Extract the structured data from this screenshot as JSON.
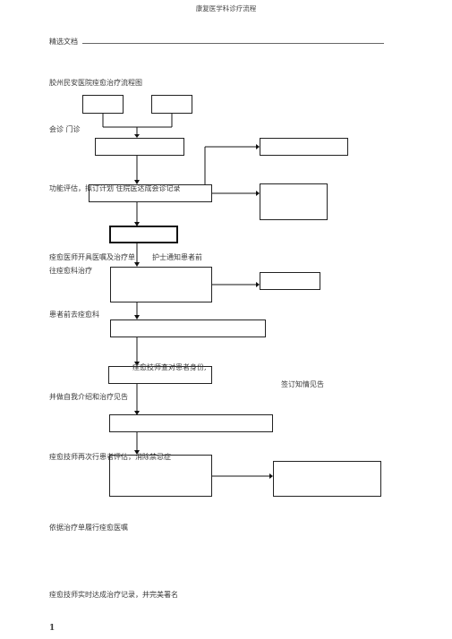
{
  "header": {
    "title": "康复医学科诊疗流程",
    "brand": "精选文档",
    "page_number": "1"
  },
  "flow": {
    "title": "胶州民安医院痊愈治疗流程图",
    "step1": "会诊  门诊",
    "step2": "功能评估，拟订计划 住院医达成会诊记录",
    "step3a": "痊愈医师开具医嘱及治疗单",
    "step3b": "护士通知患者前",
    "step3c": "往痊愈科治疗",
    "step4": "患者前去痊愈科",
    "step5a": "痊愈技师查对患者身份,",
    "step5b": "签订知情见告",
    "step5c": "并做自我介绍和治疗见告",
    "step6": "痊愈技师再次行患者评估，消除禁忌症",
    "step7": "依据治疗单履行痊愈医嘱",
    "step8": "痊愈技师实时达成治疗记录，并完美署名"
  }
}
